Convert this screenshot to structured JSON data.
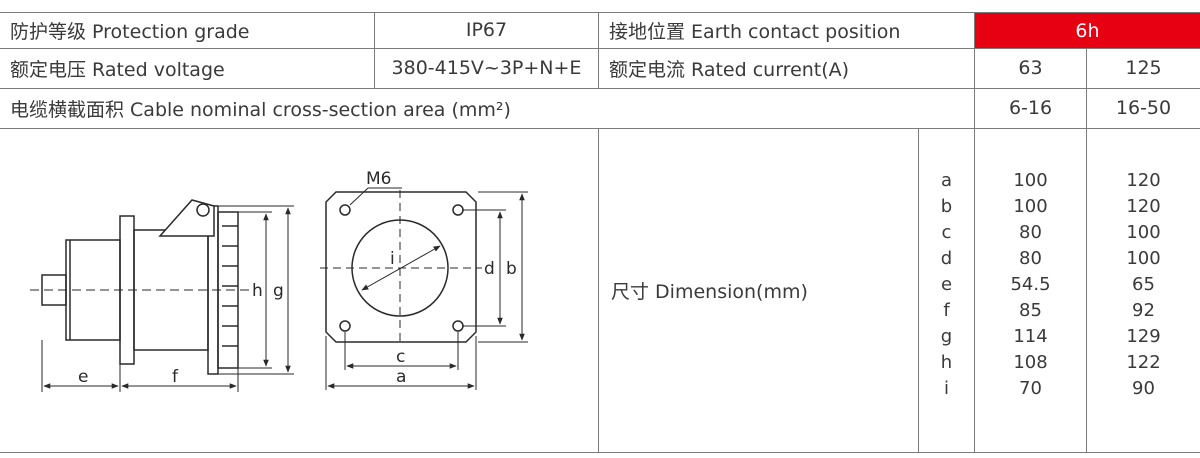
{
  "rows": {
    "protection": {
      "label": "防护等级 Protection grade",
      "value": "IP67",
      "earth_label": "接地位置 Earth contact position",
      "earth_value": "6h"
    },
    "voltage": {
      "label": "额定电压 Rated voltage",
      "value": "380-415V~3P+N+E",
      "current_label": "额定电流 Rated current(A)",
      "current_values": [
        "63",
        "125"
      ]
    },
    "cable": {
      "label": "电缆横截面积 Cable nominal cross-section area (mm²)",
      "values": [
        "6-16",
        "16-50"
      ]
    }
  },
  "dimension": {
    "label": "尺寸 Dimension(mm)",
    "keys": [
      "a",
      "b",
      "c",
      "d",
      "e",
      "f",
      "g",
      "h",
      "i"
    ],
    "col_63": [
      "100",
      "100",
      "80",
      "80",
      "54.5",
      "85",
      "114",
      "108",
      "70"
    ],
    "col_125": [
      "120",
      "120",
      "100",
      "100",
      "65",
      "92",
      "129",
      "122",
      "90"
    ]
  },
  "drawing": {
    "side_labels": {
      "e": "e",
      "f": "f",
      "h": "h",
      "g": "g"
    },
    "front_labels": {
      "m6": "M6",
      "i": "i",
      "d": "d",
      "b": "b",
      "c": "c",
      "a": "a"
    }
  },
  "colors": {
    "highlight": "#e60012",
    "line": "#7a7a7a"
  }
}
